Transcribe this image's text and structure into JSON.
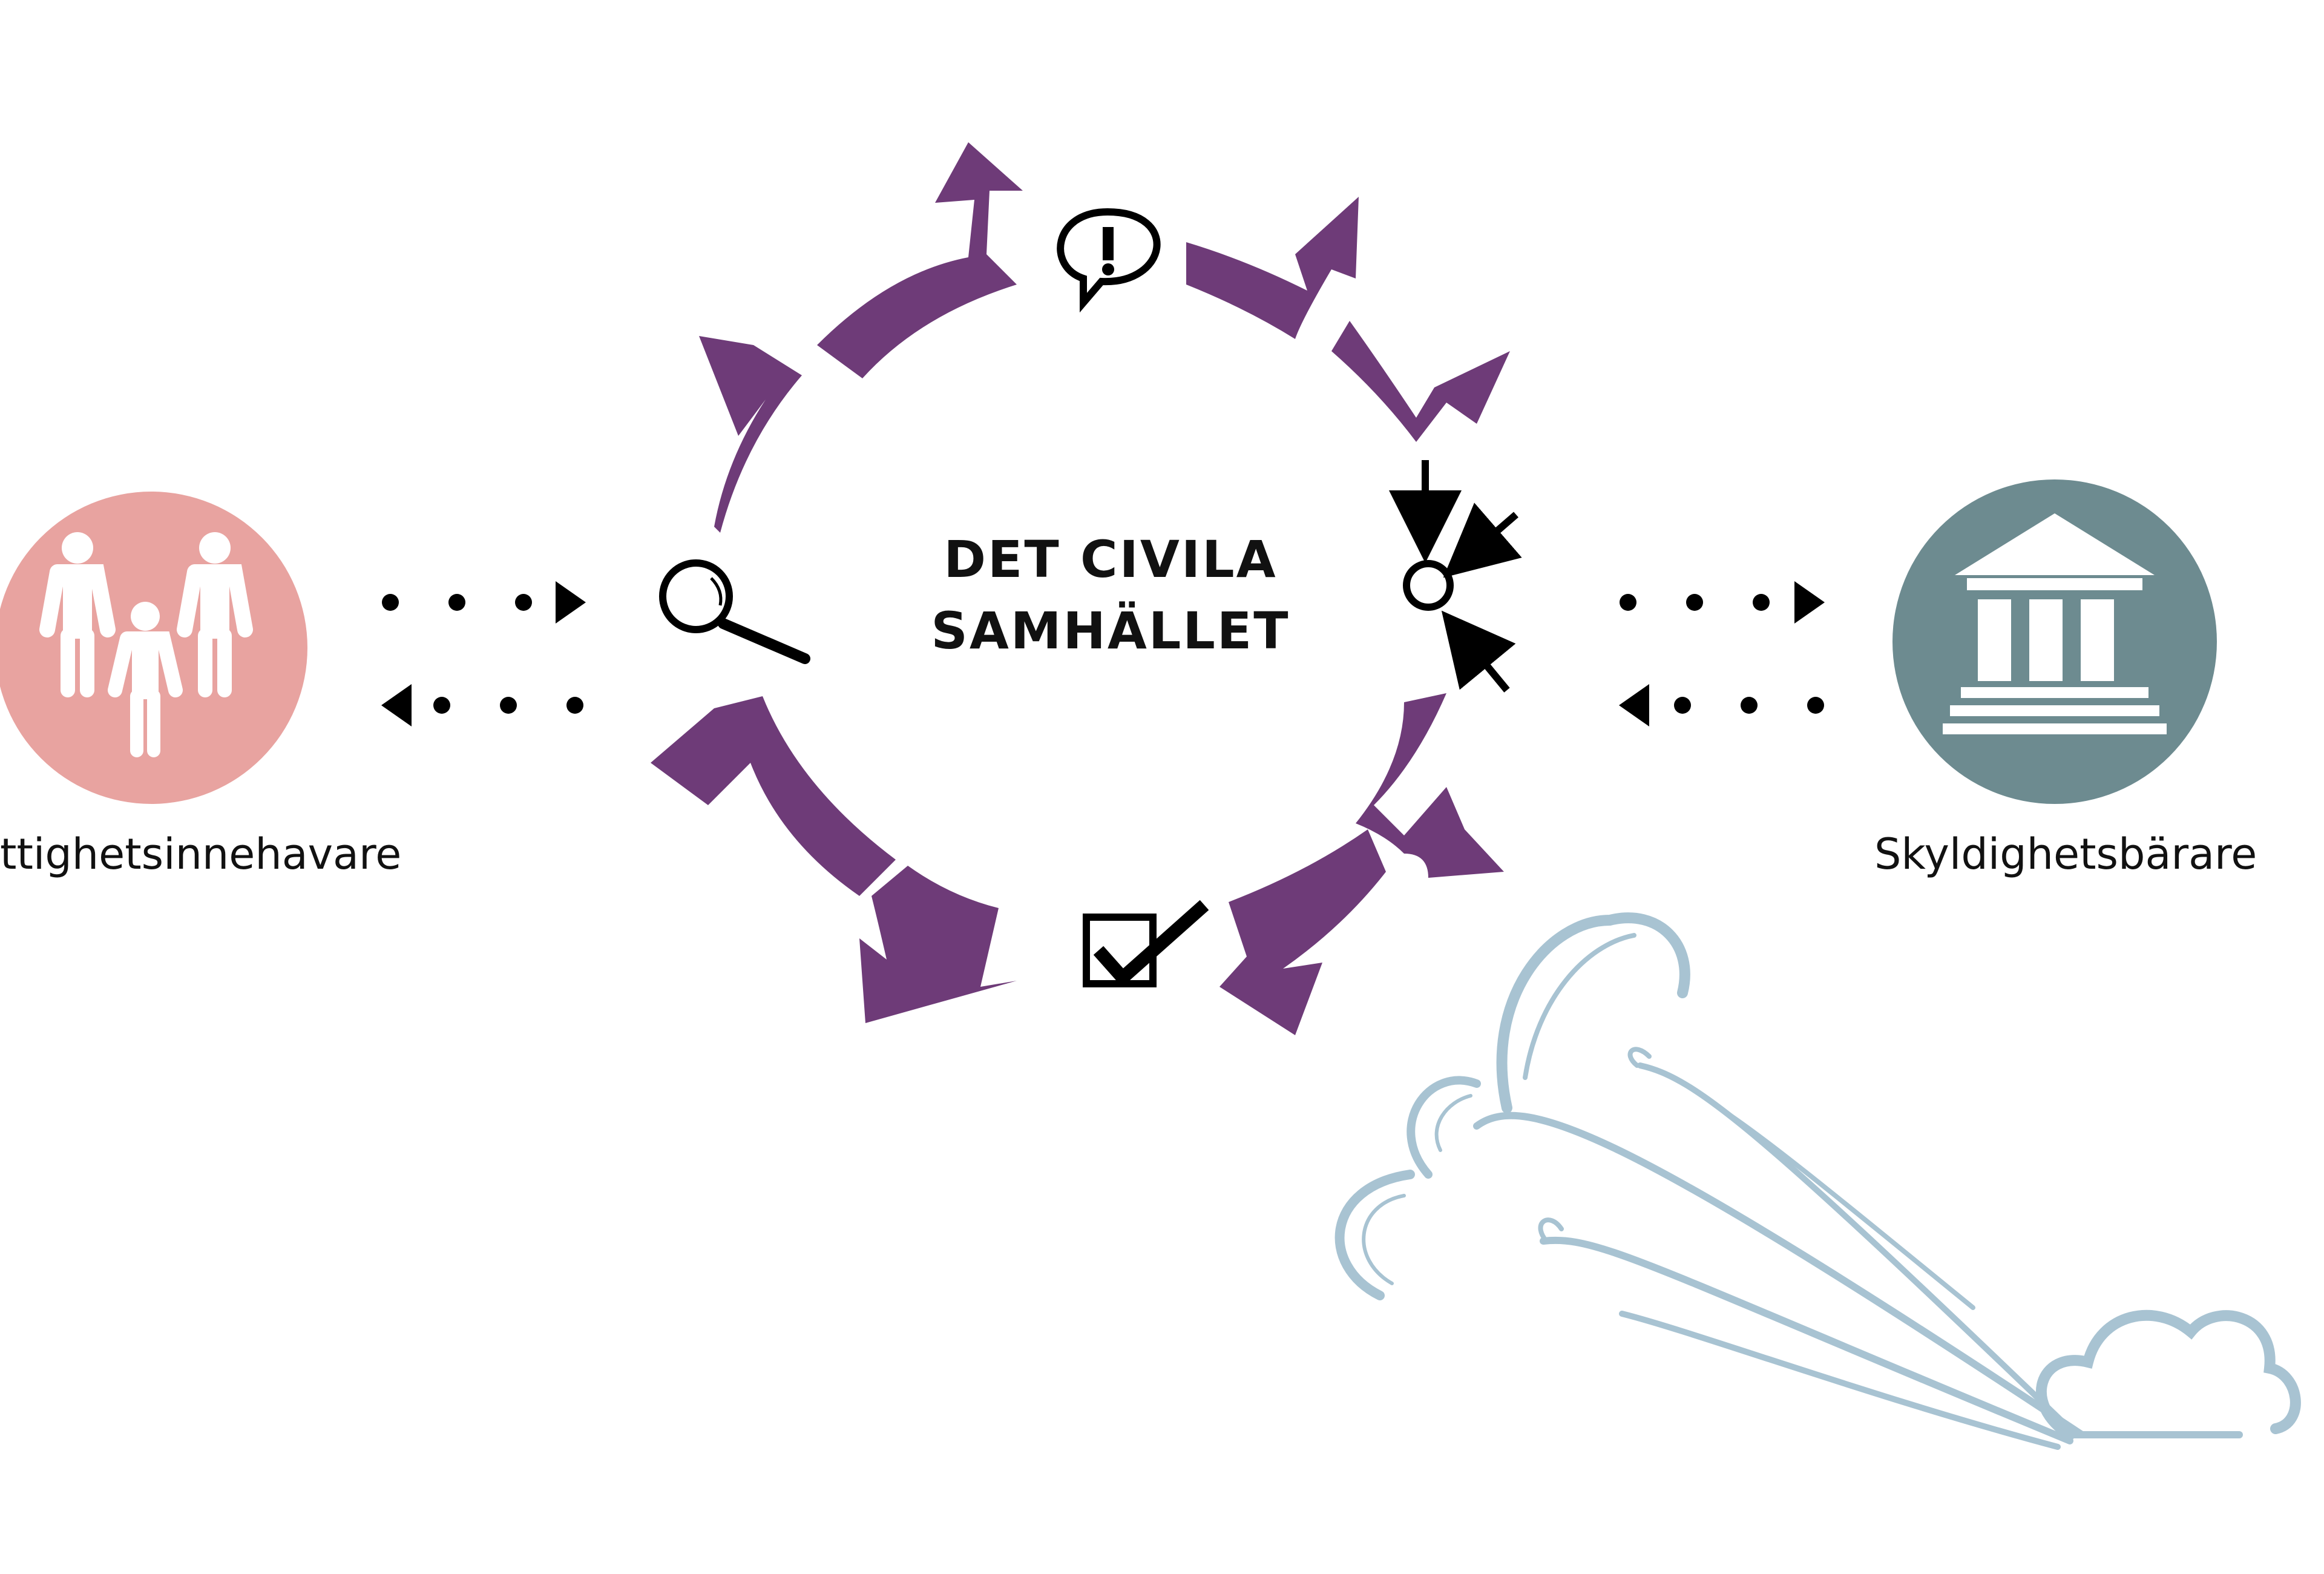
{
  "center": {
    "line1": "DET CIVILA",
    "line2": "SAMHÄLLET"
  },
  "left_node": {
    "label": "ttighetsinnehavare",
    "icon": "people-family-icon",
    "color": "#e8a3a0"
  },
  "right_node": {
    "label": "Skyldighetsbärare",
    "icon": "government-building-icon",
    "color": "#6d8b90"
  },
  "cycle_color": "#6e3b78",
  "cycle_icons": [
    "exclamation-speech-icon",
    "converging-arrows-icon",
    "checkbox-check-icon",
    "magnifier-icon"
  ],
  "wind_color": "#a8c3d2"
}
